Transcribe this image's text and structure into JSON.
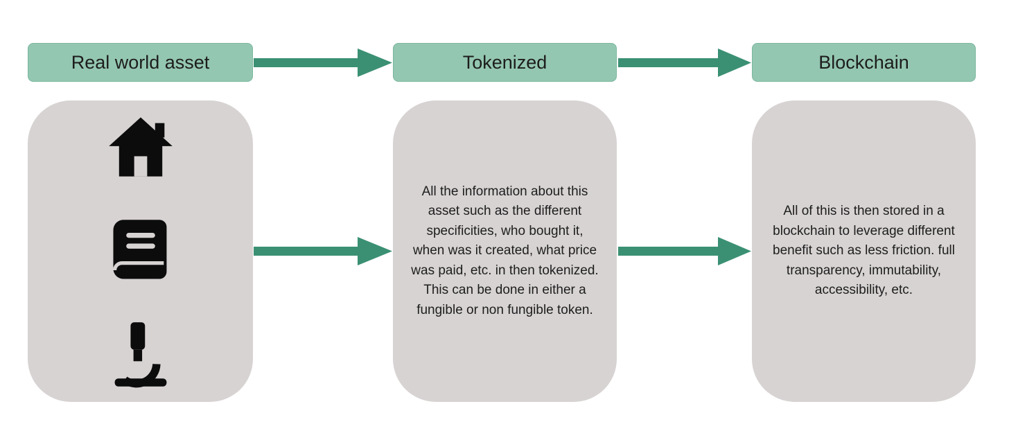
{
  "colors": {
    "header_fill": "#94c7b1",
    "arrow_color": "#3b9074",
    "card_fill": "#d8d3d3",
    "icon_color": "#0c0c0c",
    "text_color": "#1d1d1d"
  },
  "columns": [
    {
      "header": "Real world asset",
      "icons": [
        "house-icon",
        "book-icon",
        "microscope-icon"
      ],
      "body": ""
    },
    {
      "header": "Tokenized",
      "icons": [],
      "body": "All the information about this asset such as the different specificities, who bought it, when was it created, what price was paid, etc. in then tokenized. This can be done in either a fungible or non fungible token."
    },
    {
      "header": "Blockchain",
      "icons": [],
      "body": "All of this is then stored in a blockchain to leverage different benefit such as less friction. full transparency, immutability, accessibility, etc."
    }
  ],
  "arrows": [
    {
      "from": "Real world asset",
      "to": "Tokenized",
      "row": "header"
    },
    {
      "from": "Tokenized",
      "to": "Blockchain",
      "row": "header"
    },
    {
      "from": "Real world asset card",
      "to": "Tokenized card",
      "row": "body"
    },
    {
      "from": "Tokenized card",
      "to": "Blockchain card",
      "row": "body"
    }
  ]
}
